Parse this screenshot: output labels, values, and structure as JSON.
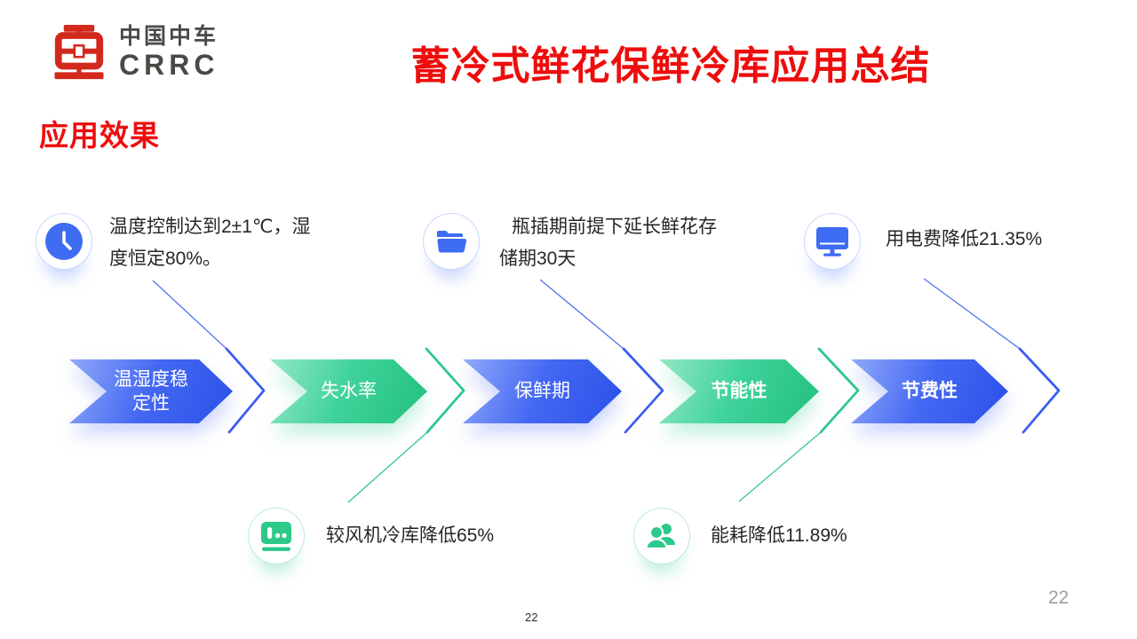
{
  "logo": {
    "text_cn": "中国中车",
    "text_en": "CRRC"
  },
  "header": {
    "title": "蓄冷式鲜花保鲜冷库应用总结"
  },
  "section": {
    "heading": "应用效果"
  },
  "callouts_top": [
    {
      "icon": "clock-icon",
      "line1": "温度控制达到2±1℃，湿",
      "line2": "度恒定80%。"
    },
    {
      "icon": "folder-icon",
      "line1": "瓶插期前提下延长鲜花存",
      "line2": "储期30天"
    },
    {
      "icon": "monitor-icon",
      "line1": "用电费降低21.35%",
      "line2": ""
    }
  ],
  "callouts_bottom": [
    {
      "icon": "board-chart-icon",
      "text": "较风机冷库降低65%"
    },
    {
      "icon": "users-icon",
      "text": "能耗降低11.89%"
    }
  ],
  "flow": {
    "steps": [
      {
        "label": "温湿度稳定性",
        "color": "blue"
      },
      {
        "label": "失水率",
        "color": "green"
      },
      {
        "label": "保鲜期",
        "color": "blue"
      },
      {
        "label": "节能性",
        "color": "green"
      },
      {
        "label": "节费性",
        "color": "blue"
      }
    ]
  },
  "footer": {
    "page_number": "22",
    "page_number_small": "22"
  },
  "colors": {
    "brand_red": "#ee0d0d",
    "logo_red": "#d3291d",
    "accent_blue": "#3e6cf2",
    "accent_green": "#2cc98a",
    "text_dark": "#262626",
    "page_gray": "#9a9fa6"
  }
}
